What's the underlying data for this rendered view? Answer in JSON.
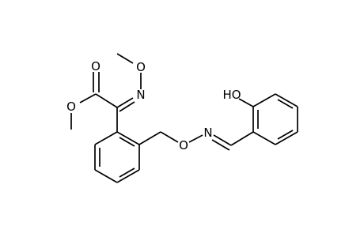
{
  "molecule": {
    "atoms": {
      "carbonyl_o": "O",
      "ester_o": "O",
      "oxime_n": "N",
      "methoxy_o": "O",
      "benzyl_o": "O",
      "imine_n": "N",
      "phenol_oh": "HO"
    }
  },
  "colors": {
    "bond": "#000000",
    "label": "#000000",
    "background": "#ffffff"
  }
}
